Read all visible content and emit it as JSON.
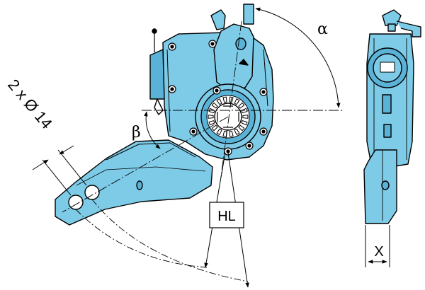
{
  "labels": {
    "alpha": "α",
    "beta": "β",
    "hole_spec": "2 x Ø 14",
    "hl": "HL",
    "x": "X"
  },
  "colors": {
    "body_fill": "#7ecbe8",
    "body_shade": "#5ab2d6",
    "outline": "#000000",
    "background": "#ffffff"
  }
}
